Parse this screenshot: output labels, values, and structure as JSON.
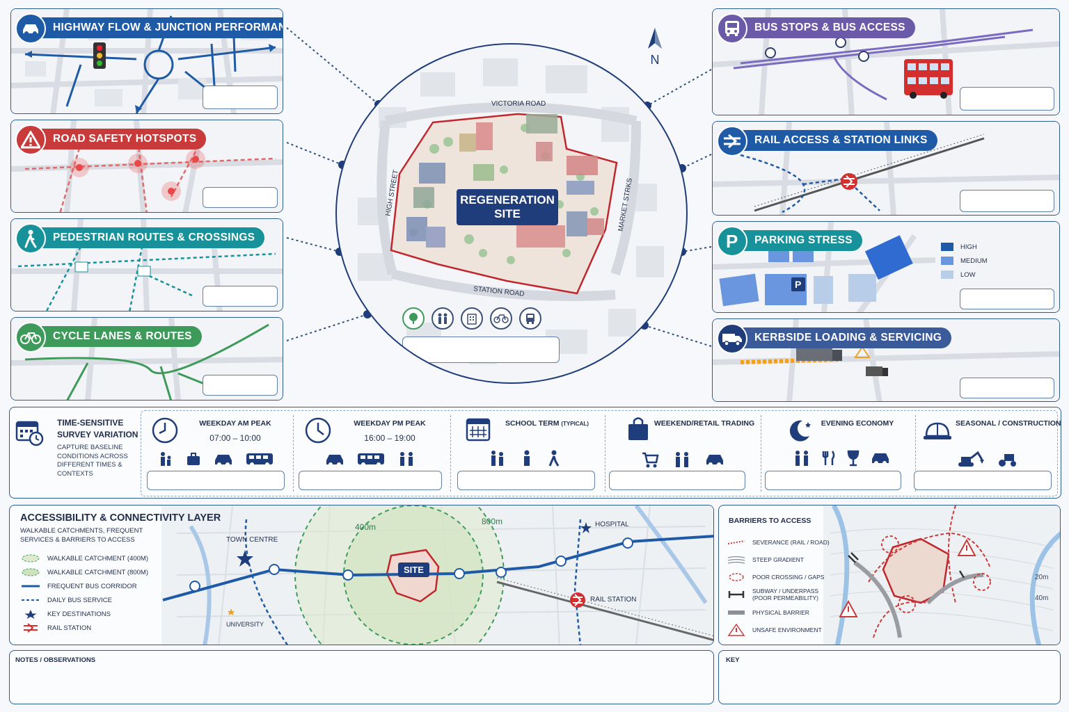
{
  "cards_left": [
    {
      "title": "Highway Flow & Junction Performance",
      "color": "#1f5aa6",
      "icon": "car-icon"
    },
    {
      "title": "Road Safety Hotspots",
      "color": "#c93b3b",
      "icon": "warning-icon"
    },
    {
      "title": "Pedestrian Routes & Crossings",
      "color": "#17929a",
      "icon": "pedestrian-icon"
    },
    {
      "title": "Cycle Lanes & Routes",
      "color": "#3e9a5a",
      "icon": "bicycle-icon"
    }
  ],
  "cards_right": [
    {
      "title": "Bus Stops & Bus Access",
      "color": "#6a5aa8",
      "icon": "bus-icon"
    },
    {
      "title": "Rail Access & Station Links",
      "color": "#1f5aa6",
      "icon": "rail-icon"
    },
    {
      "title": "Parking Stress",
      "color": "#17929a",
      "icon": "parking-icon"
    },
    {
      "title": "Kerbside Loading & Servicing",
      "color": "#3a5a9a",
      "icon": "truck-icon"
    }
  ],
  "parking_legend": [
    "High",
    "Medium",
    "Low"
  ],
  "site_map": {
    "site_label": "REGENERATION SITE",
    "roads": {
      "north": "Victoria Road",
      "south": "Station Road",
      "west": "High Street",
      "east": "Market Strks"
    },
    "north_arrow": "N",
    "theme_icons": [
      "tree-icon",
      "people-icon",
      "building-icon",
      "bicycle-icon",
      "bus-icon"
    ]
  },
  "survey": {
    "title": "Time-Sensitive Survey Variation",
    "subtitle": "Capture baseline conditions across different times & contexts",
    "periods": [
      {
        "title": "Weekday AM Peak",
        "time": "07:00 – 10:00",
        "icon": "clock-icon",
        "icons": [
          "family-icon",
          "briefcase-icon",
          "car-icon",
          "bus-icon"
        ]
      },
      {
        "title": "Weekday PM Peak",
        "time": "16:00 – 19:00",
        "icon": "clock-icon",
        "icons": [
          "car-icon",
          "bus-icon",
          "people-icon"
        ]
      },
      {
        "title": "School Term",
        "title_note": "(Typical)",
        "time": "",
        "icon": "calendar-icon",
        "icons": [
          "family-icon",
          "person-icon",
          "walking-icon"
        ]
      },
      {
        "title": "Weekend/Retail Trading",
        "time": "",
        "icon": "shopping-bag-icon",
        "icons": [
          "trolley-icon",
          "people-icon",
          "car-icon"
        ]
      },
      {
        "title": "Evening Economy",
        "time": "",
        "icon": "moon-icon",
        "icons": [
          "people-icon",
          "cutlery-icon",
          "glass-icon",
          "car-icon"
        ]
      },
      {
        "title": "Seasonal / Construction",
        "time": "",
        "icon": "hard-hat-icon",
        "icons": [
          "excavator-icon",
          "roller-icon"
        ]
      }
    ]
  },
  "accessibility": {
    "title": "Accessibility & Connectivity Layer",
    "subtitle": "Walkable catchments, frequent services & barriers to access",
    "legend": [
      "Walkable catchment (400m)",
      "Walkable catchment (800m)",
      "Frequent bus corridor",
      "Daily bus service",
      "Key destinations",
      "Rail station"
    ],
    "map_labels": {
      "town_centre": "Town Centre",
      "university": "University",
      "hospital": "Hospital",
      "rail_station": "Rail Station",
      "site": "SITE",
      "r400": "400m",
      "r800": "800m"
    }
  },
  "barriers": {
    "title": "Barriers to Access",
    "legend": [
      "Severance (rail / road)",
      "Steep gradient",
      "Poor crossing / gaps",
      "Subway / underpass",
      "(poor permeability)",
      "Physical barrier",
      "Unsafe environment"
    ],
    "contours": [
      "20m",
      "40m"
    ]
  },
  "notes": {
    "title": "Notes / Observations"
  },
  "key": {
    "title": "Key"
  }
}
